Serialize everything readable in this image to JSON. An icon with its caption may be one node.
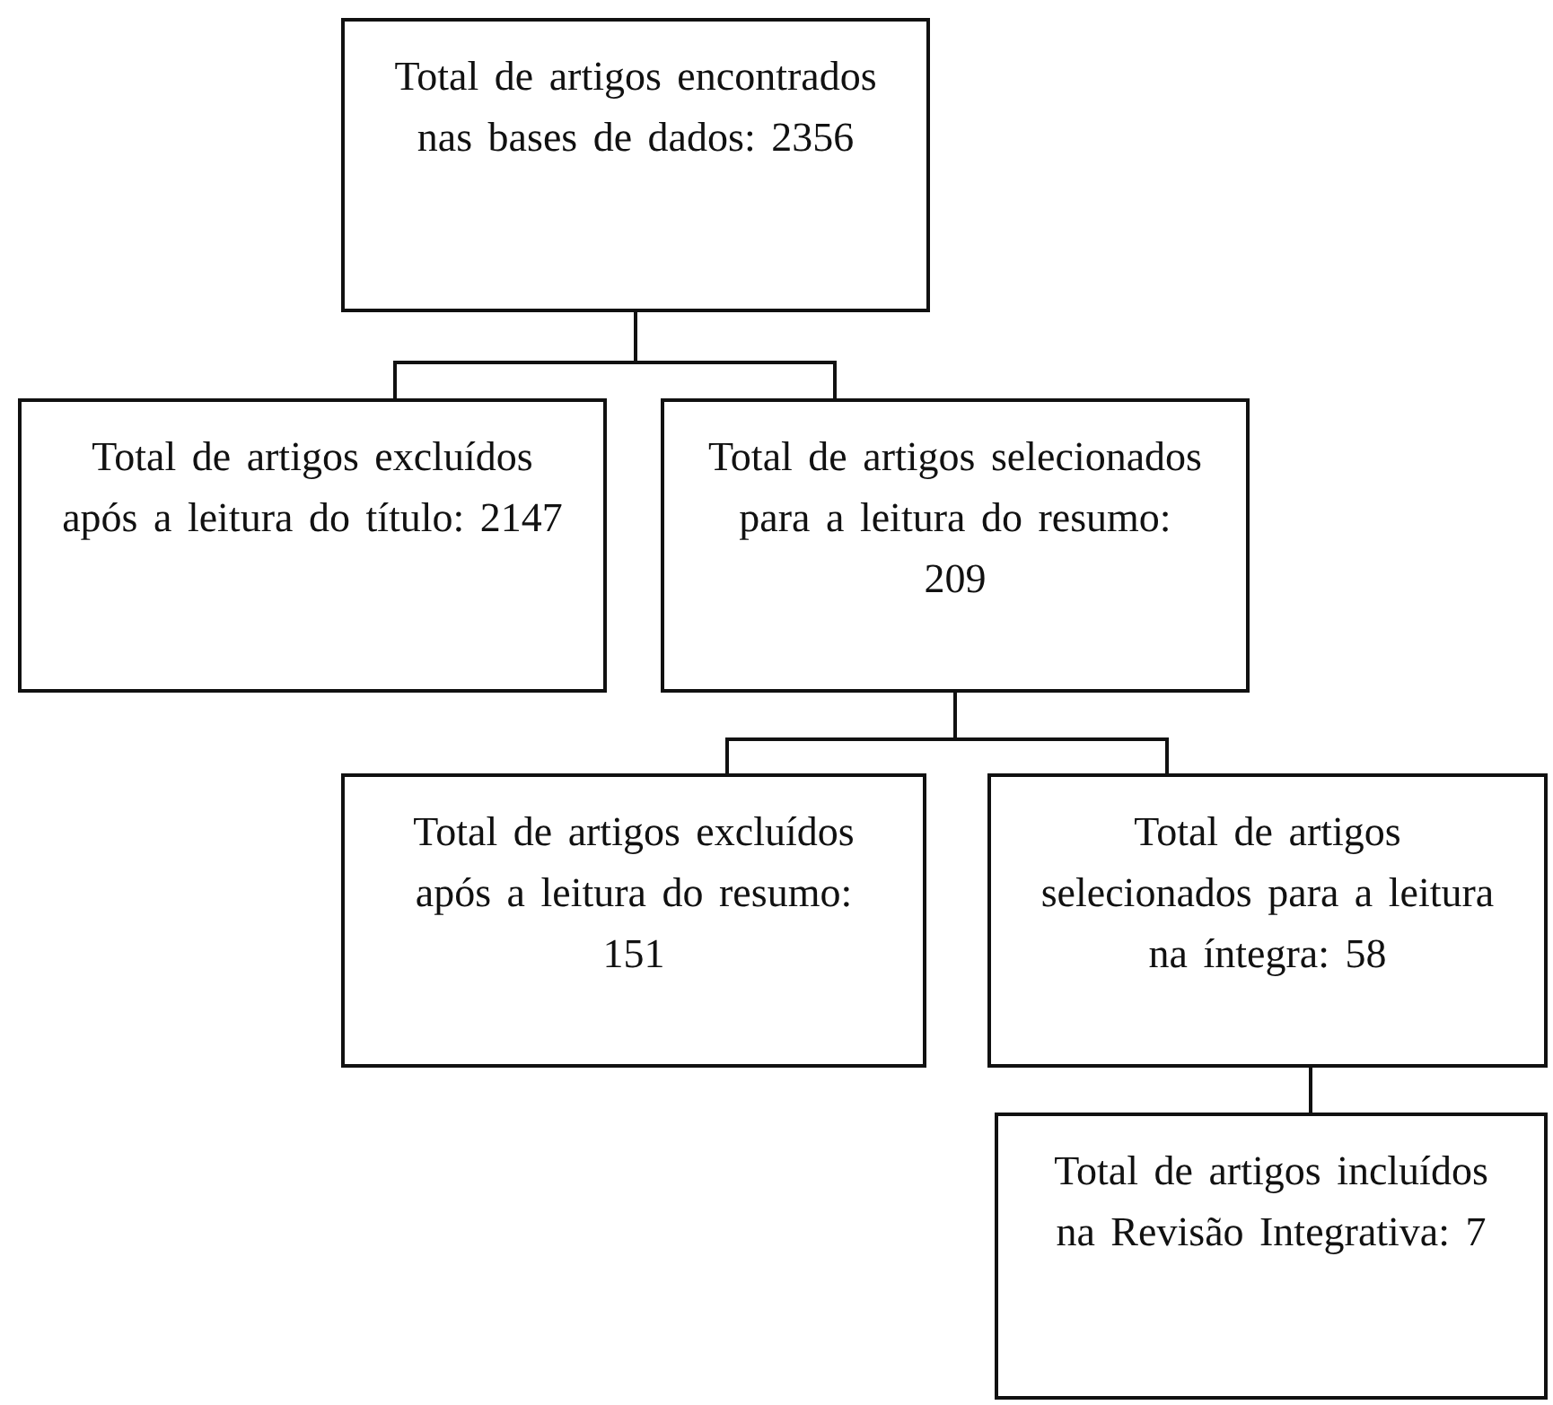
{
  "diagram": {
    "nodes": [
      {
        "text": [
          "Total de artigos encontrados nas bases de dados: 2356"
        ]
      },
      {
        "text": [
          "Total de artigos excluídos após a leitura do título: 2147"
        ]
      },
      {
        "text": [
          "Total de artigos selecionados para a leitura do resumo: 209"
        ]
      },
      {
        "text": [
          "Total de artigos excluídos após a leitura do resumo: 151"
        ]
      },
      {
        "text": [
          "Total de artigos selecionados para a leitura na íntegra: 58"
        ]
      },
      {
        "text": [
          "Total de artigos incluídos na Revisão Integrativa: 7"
        ]
      }
    ],
    "edges": [
      {
        "from": 0,
        "to": 1,
        "arrow": "none"
      },
      {
        "from": 0,
        "to": 2,
        "arrow": "none"
      },
      {
        "from": 2,
        "to": 3,
        "arrow": "none"
      },
      {
        "from": 2,
        "to": 4,
        "arrow": "none"
      },
      {
        "from": 4,
        "to": 5,
        "arrow": "none"
      }
    ]
  }
}
